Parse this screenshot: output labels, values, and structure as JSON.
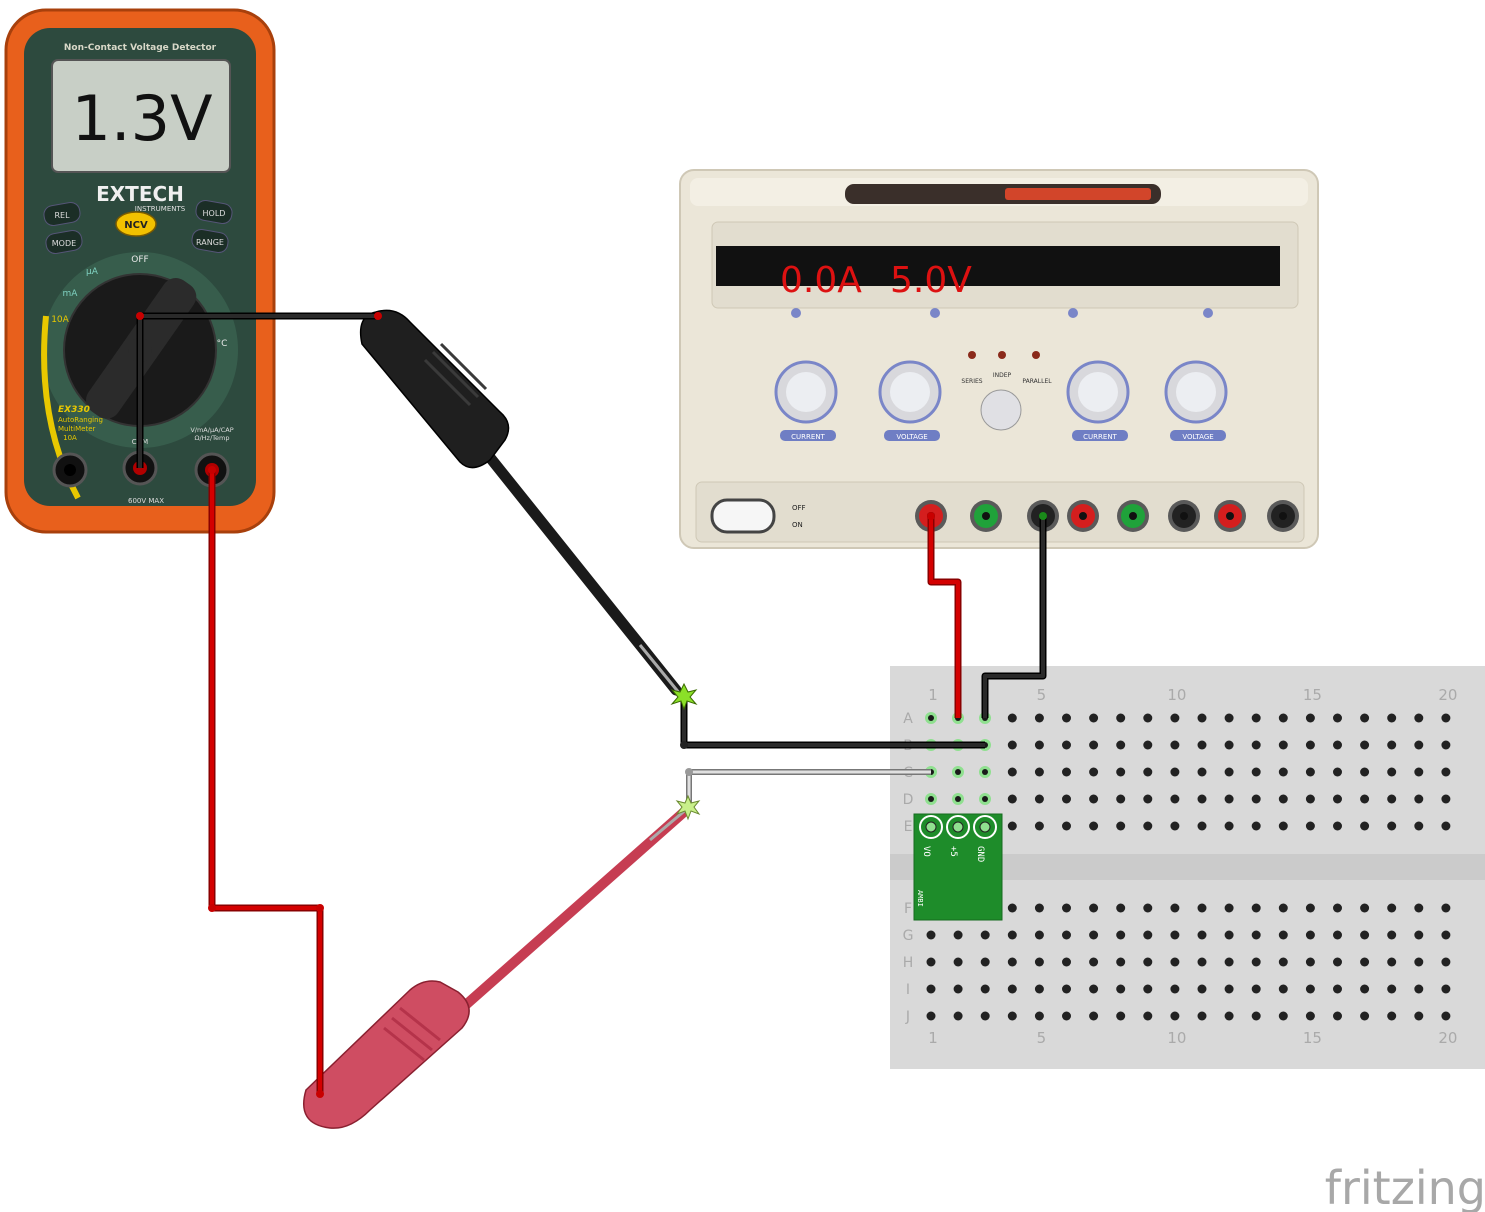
{
  "multimeter": {
    "header": "Non-Contact Voltage Detector",
    "reading": "1.3V",
    "brand": "EXTECH",
    "brand_sub": "INSTRUMENTS",
    "ncv": "NCV",
    "buttons": [
      "REL",
      "HOLD",
      "MODE",
      "RANGE"
    ],
    "dial_labels": [
      "OFF",
      "mA",
      "µA",
      "10A",
      "°C"
    ],
    "model": "EX330",
    "model_desc": [
      "AutoRanging",
      "MultiMeter"
    ],
    "jacks": [
      "10A",
      "COM",
      "V/mA/µA/CAP",
      "Ω/Hz/Temp"
    ],
    "max_label": "600V MAX"
  },
  "power_supply": {
    "display": [
      "0.0A",
      "5.0V"
    ],
    "knob_labels": [
      "CURRENT",
      "VOLTAGE",
      "CURRENT",
      "VOLTAGE"
    ],
    "mode_labels": [
      "SERIES",
      "INDEP",
      "PARALLEL"
    ],
    "switch_labels": [
      "OFF",
      "ON"
    ],
    "jack_colors": [
      "red",
      "green",
      "black",
      "red",
      "green",
      "black",
      "red",
      "black"
    ]
  },
  "breadboard": {
    "column_labels": [
      "1",
      "5",
      "10",
      "15",
      "20"
    ],
    "row_labels_top": [
      "A",
      "B",
      "C",
      "D",
      "E"
    ],
    "row_labels_bottom": [
      "F",
      "G",
      "H",
      "I",
      "J"
    ]
  },
  "sensor": {
    "pins": [
      "VO",
      "+5",
      "GND"
    ],
    "label": "AMBI",
    "color": "#1e8c2a"
  },
  "wires": {
    "probe_black": "#1a1a1a",
    "probe_red": "#c80000",
    "signal_wire": "#9a9a9a"
  },
  "watermark": "fritzing"
}
